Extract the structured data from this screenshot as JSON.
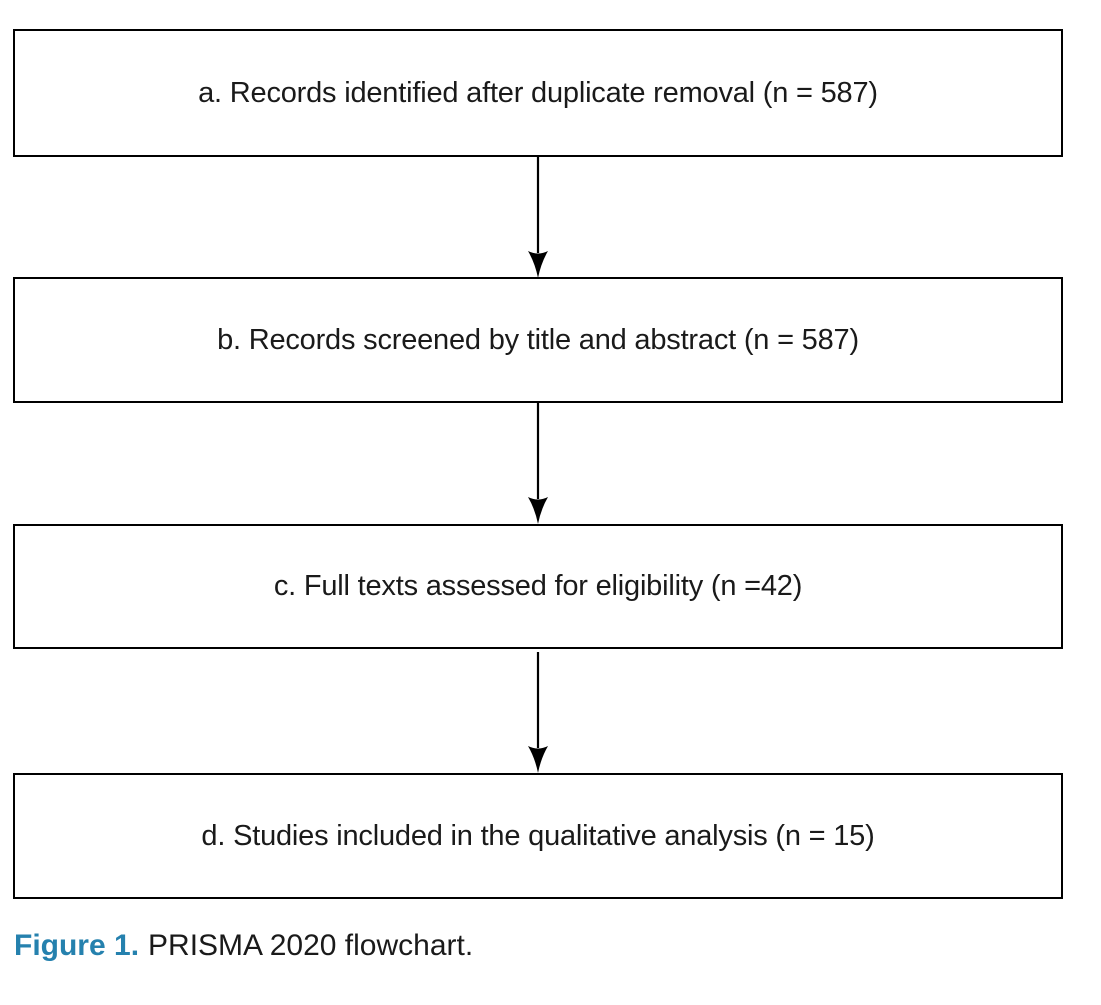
{
  "diagram": {
    "type": "flowchart",
    "boxes": [
      {
        "id": "a",
        "label": "a. Records identified after duplicate removal (n = 587)"
      },
      {
        "id": "b",
        "label": "b. Records screened by title and abstract (n = 587)"
      },
      {
        "id": "c",
        "label": "c. Full texts assessed for eligibility (n =42)"
      },
      {
        "id": "d",
        "label": "d. Studies included in the qualitative analysis (n = 15)"
      }
    ],
    "connectors": [
      {
        "from": "a",
        "to": "b",
        "type": "arrow-down"
      },
      {
        "from": "b",
        "to": "c",
        "type": "arrow-down"
      },
      {
        "from": "c",
        "to": "d",
        "type": "arrow-down"
      }
    ],
    "caption": {
      "label": "Figure 1.",
      "text": "PRISMA 2020 flowchart."
    },
    "colors": {
      "caption_accent": "#2581AE",
      "box_border": "#000000",
      "arrow": "#000000",
      "text": "#1A1A1A",
      "background": "#FFFFFF"
    }
  }
}
